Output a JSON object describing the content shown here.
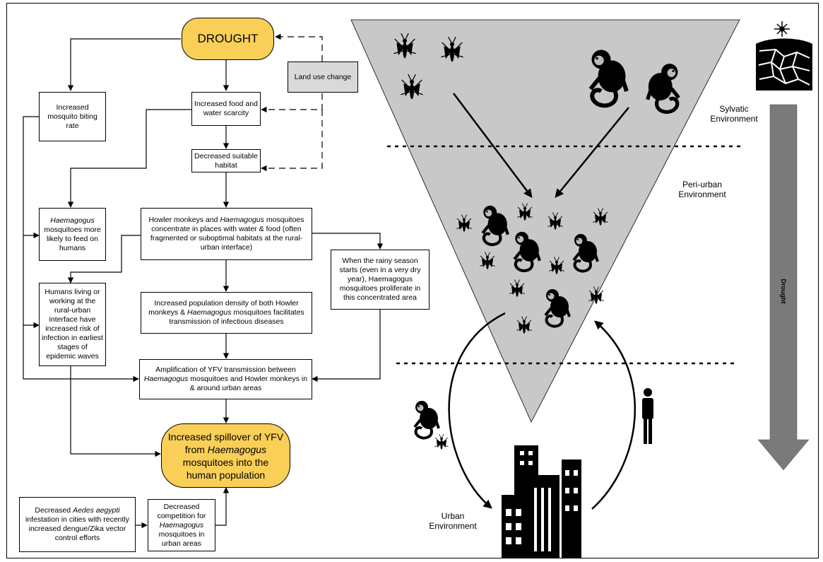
{
  "title_node": "DROUGHT",
  "land_use": "Land use change",
  "boxes": {
    "biting": "Increased mosquito biting rate",
    "food": "Increased food and water scarcity",
    "habitat": "Decreased suitable habitat",
    "feed_pre": "Haemagogus",
    "feed_post": " mosquitoes more likely to feed on humans",
    "concentrate_a": "Howler monkeys and ",
    "concentrate_b": "Haemagogus",
    "concentrate_c": " mosquitoes concentrate in places with water & food (often fragmented or suboptimal habitats at the rural-urban interface)",
    "rainy": "When the rainy season starts (even in a very dry year), Haemagogus mosquitoes proliferate in this concentrated area",
    "humans": "Humans living or working at the rural-urban interface have increased risk of infection in earliest stages of epidemic waves",
    "density_a": "Increased population density of both Howler monkeys & ",
    "density_b": "Haemagogus",
    "density_c": " mosquitoes facilitates transmission of infectious diseases",
    "amp_a": "Amplification of YFV transmission between ",
    "amp_b": "Haemagogus",
    "amp_c": " mosquitoes and Howler monkeys in & around urban areas",
    "aedes_a": "Decreased ",
    "aedes_b": "Aedes aegypti",
    "aedes_c": " infestation in cities with recently increased dengue/Zika vector control efforts",
    "comp_a": "Decreased competition for ",
    "comp_b": "Haemagogus",
    "comp_c": " mosquitoes in urban areas"
  },
  "spillover": {
    "a": "Increased spillover of YFV from ",
    "b": "Haemagogus",
    "c": " mosquitoes into the human population"
  },
  "environments": {
    "sylvatic": "Sylvatic Environment",
    "periurban": "Peri-urban Environment",
    "urban": "Urban Environment"
  },
  "drought_arrow_label": "Drought",
  "icons": [
    "mosquito-icon",
    "howler-monkey-icon",
    "human-icon",
    "city-skyline-icon",
    "sun-icon",
    "cracked-earth-icon"
  ],
  "colors": {
    "terminal_fill": "#f9cf57",
    "land_use_fill": "#d9d9d9",
    "funnel_fill": "#c8c8c8",
    "drought_arrow_fill": "#7a7a7a"
  }
}
